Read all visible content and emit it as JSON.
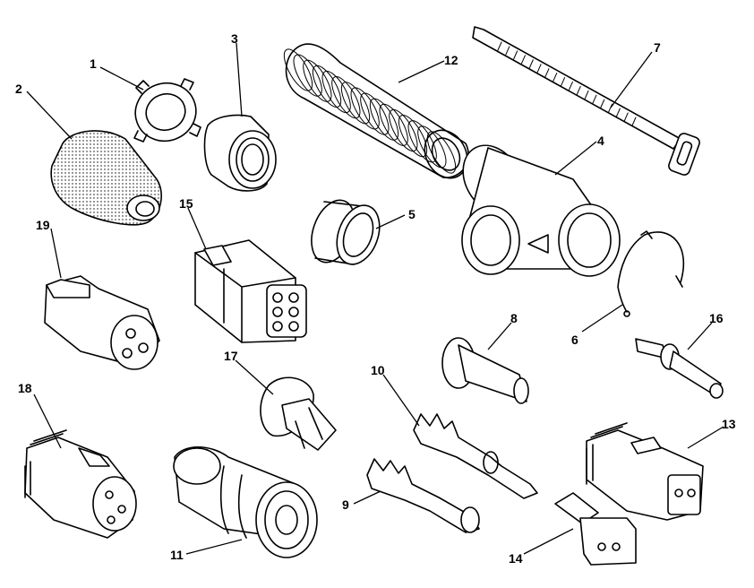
{
  "parts": [
    {
      "id": "part-1",
      "number": "1"
    },
    {
      "id": "part-2",
      "number": "2"
    },
    {
      "id": "part-3",
      "number": "3"
    },
    {
      "id": "part-4",
      "number": "4"
    },
    {
      "id": "part-5",
      "number": "5"
    },
    {
      "id": "part-6",
      "number": "6"
    },
    {
      "id": "part-7",
      "number": "7"
    },
    {
      "id": "part-8",
      "number": "8"
    },
    {
      "id": "part-9",
      "number": "9"
    },
    {
      "id": "part-10",
      "number": "10"
    },
    {
      "id": "part-11",
      "number": "11"
    },
    {
      "id": "part-12",
      "number": "12"
    },
    {
      "id": "part-13",
      "number": "13"
    },
    {
      "id": "part-14",
      "number": "14"
    },
    {
      "id": "part-15",
      "number": "15"
    },
    {
      "id": "part-16",
      "number": "16"
    },
    {
      "id": "part-17",
      "number": "17"
    },
    {
      "id": "part-18",
      "number": "18"
    },
    {
      "id": "part-19",
      "number": "19"
    }
  ],
  "colors": {
    "line": "#000000",
    "background": "#ffffff"
  }
}
